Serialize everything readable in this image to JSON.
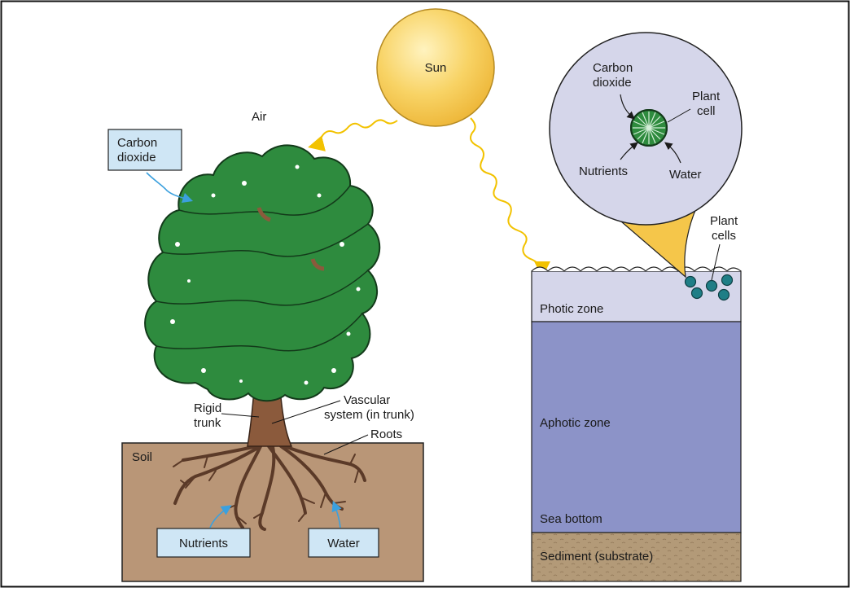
{
  "sun": {
    "label": "Sun"
  },
  "land": {
    "air_label": "Air",
    "soil_label": "Soil",
    "carbon_box": {
      "line1": "Carbon",
      "line2": "dioxide"
    },
    "nutrients_box": "Nutrients",
    "water_box": "Water",
    "trunk_label": {
      "line1": "Rigid",
      "line2": "trunk"
    },
    "vascular_label": {
      "line1": "Vascular",
      "line2": "system (in trunk)"
    },
    "roots_label": "Roots"
  },
  "ocean": {
    "photic_label": "Photic zone",
    "aphotic_label": "Aphotic zone",
    "sea_bottom_label": "Sea bottom",
    "sediment_label": "Sediment (substrate)",
    "plant_cells_label": {
      "line1": "Plant",
      "line2": "cells"
    },
    "inset": {
      "carbon_label": {
        "line1": "Carbon",
        "line2": "dioxide"
      },
      "plant_cell_label": {
        "line1": "Plant",
        "line2": "cell"
      },
      "nutrients_label": "Nutrients",
      "water_label": "Water"
    }
  },
  "colors": {
    "sun": "#F5C64A",
    "leaf": "#2E8B3E",
    "trunk": "#8B5A3C",
    "soil": "#B99677",
    "photic": "#D5D6EA",
    "aphotic": "#8C93C8",
    "sediment": "#B39A78",
    "label_box": "#CFE6F5",
    "inset": "#D5D6EA",
    "sun_ray": "#F2C200",
    "gas_arrow": "#3BA0DE"
  }
}
